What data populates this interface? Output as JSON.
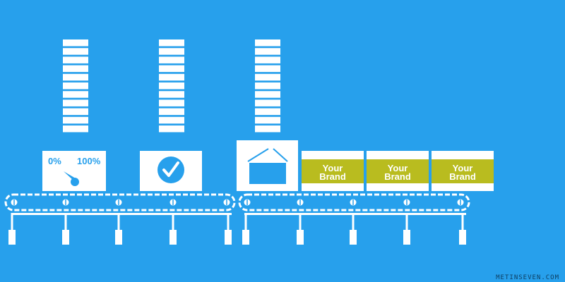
{
  "colors": {
    "background": "#27a0ec",
    "machine": "#ffffff",
    "label": "#b9bc1f",
    "label_text": "#ffffff",
    "machine_text": "#27a0ec",
    "credit": "#0e3f63"
  },
  "gauge": {
    "min_label": "0%",
    "max_label": "100%"
  },
  "labels": [
    {
      "line1": "Your",
      "line2": "Brand"
    },
    {
      "line1": "Your",
      "line2": "Brand"
    },
    {
      "line1": "Your",
      "line2": "Brand"
    }
  ],
  "icons": {
    "gauge": "gauge-icon",
    "check": "checkmark-circle-icon",
    "box": "open-box-icon"
  },
  "credit": "METINSEVEN.COM"
}
